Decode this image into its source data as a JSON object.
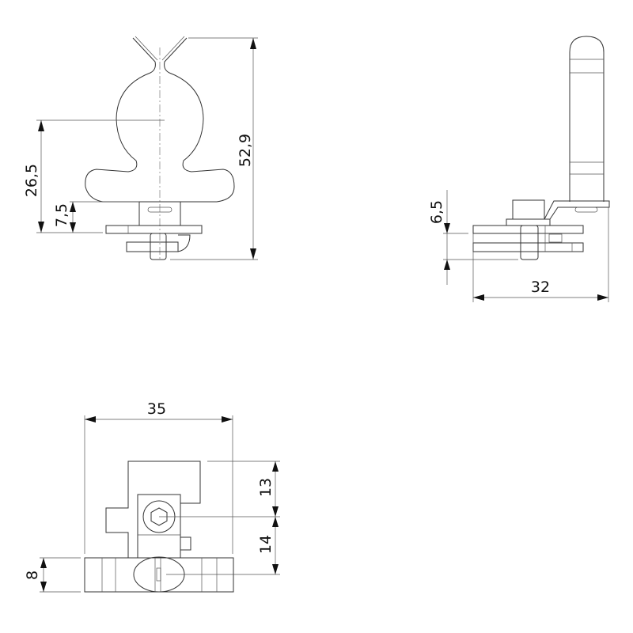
{
  "front_view": {
    "dim_overall_height": "52,9",
    "dim_center_height": "26,5",
    "dim_base_height": "7,5"
  },
  "side_view": {
    "dim_plate_gap": "6,5",
    "dim_width": "32"
  },
  "top_view": {
    "dim_width": "35",
    "dim_upper": "13",
    "dim_lower": "14",
    "dim_bar_height": "8"
  }
}
